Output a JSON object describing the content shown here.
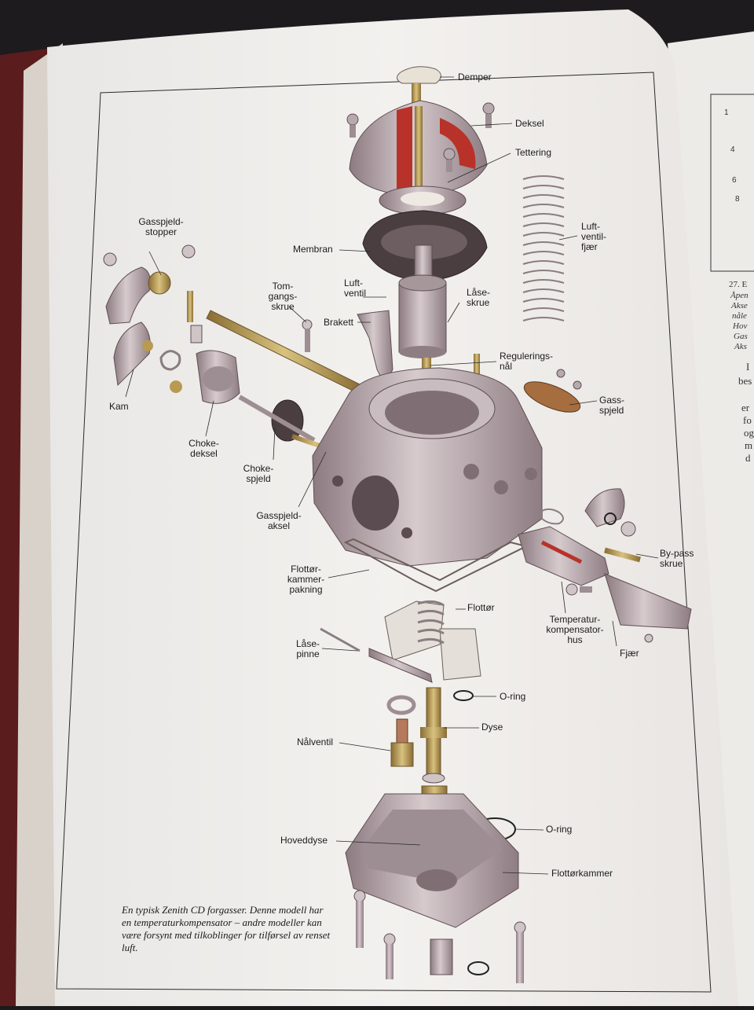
{
  "labels": {
    "demper": "Demper",
    "deksel": "Deksel",
    "tettering": "Tettering",
    "luftventil_fjaer": "Luft-\nventil-\nfjær",
    "gasspjeld_stopper": "Gasspjeld-\nstopper",
    "membran": "Membran",
    "tomgangsskrue": "Tom-\ngangs-\nskrue",
    "luftventil": "Luft-\nventil",
    "laseskrue": "Låse-\nskrue",
    "brakett": "Brakett",
    "reguleringsnal": "Regulerings-\nnål",
    "gasspjeld": "Gass-\nspjeld",
    "kam": "Kam",
    "chokedeksel": "Choke-\ndeksel",
    "chokespjeld": "Choke-\nspjeld",
    "gasspjeldaksel": "Gasspjeld-\naksel",
    "bypass_skrue": "By-pass\nskrue",
    "flottor_pakning": "Flottør-\nkammer-\npakning",
    "temperaturkompensatorhus": "Temperatur-\nkompensator-\nhus",
    "fjaer": "Fjær",
    "flottor": "Flottør",
    "lasepinne": "Låse-\npinne",
    "oring_1": "O-ring",
    "dyse": "Dyse",
    "nalventil": "Nålventil",
    "oring_2": "O-ring",
    "hoveddyse": "Hoveddyse",
    "flottorkammer": "Flottørkammer"
  },
  "caption": "En typisk Zenith CD forgasser. Denne modell har en temperaturkompensator – andre modeller kan være forsynt med tilkoblinger for tilførsel av renset luft.",
  "right_page": {
    "ticks": [
      "1",
      "4",
      "6",
      "8"
    ],
    "figure_ref": "27. E",
    "lines": [
      "Åpen",
      "Akse",
      "nåle",
      "Hov",
      "Gas",
      "Aks"
    ],
    "body": [
      "I",
      "bes",
      "er",
      "fo",
      "og",
      "m",
      "d"
    ]
  },
  "colors": {
    "page": "#f1efec",
    "metal": "#b8a9ad",
    "metal_dark": "#7d6c72",
    "red": "#b8322a",
    "brass": "#b89a52"
  }
}
